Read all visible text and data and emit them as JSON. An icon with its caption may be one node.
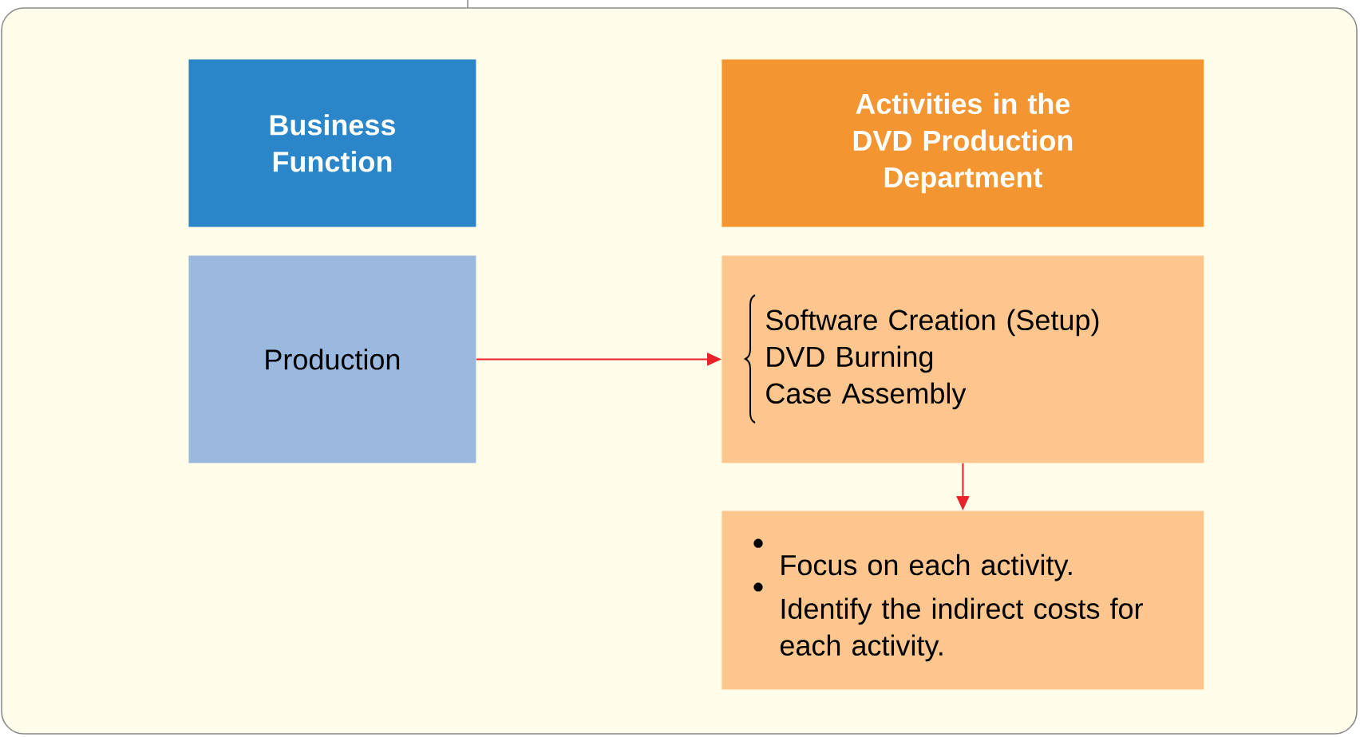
{
  "diagram": {
    "nodes": [
      {
        "text": [
          "Business Function"
        ]
      },
      {
        "text": [
          "Activities in the DVD Production Department"
        ]
      },
      {
        "text": [
          "Production"
        ]
      },
      {
        "text": [
          "Software Creation (Setup)",
          "DVD Burning",
          "Case Assembly"
        ]
      },
      {
        "text": [
          "Focus on each activity.",
          "Identify the indirect costs for each activity."
        ]
      }
    ],
    "edges": [
      {
        "from": 2,
        "to": 3,
        "arrow": "to"
      },
      {
        "from": 3,
        "to": 4,
        "arrow": "to"
      }
    ]
  }
}
